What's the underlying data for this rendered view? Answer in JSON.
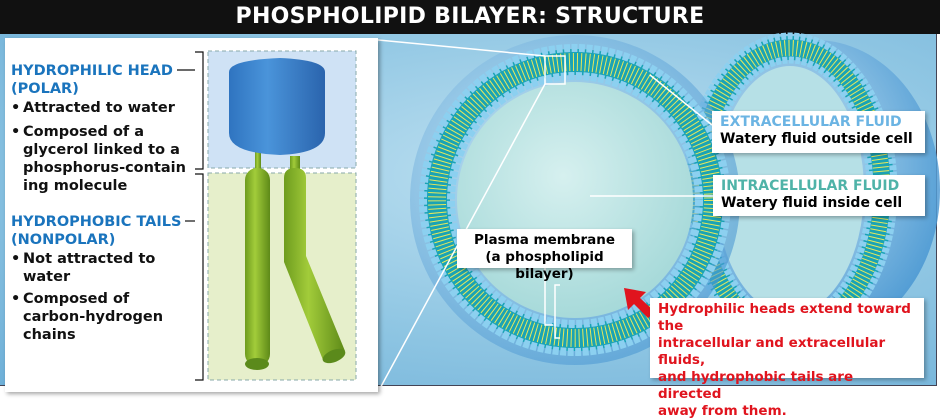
{
  "title": "PHOSPHOLIPID BILAYER: STRUCTURE",
  "left_panel": {
    "head": {
      "heading_line1": "HYDROPHILIC HEAD",
      "heading_line2": "(POLAR)",
      "bullets": [
        "Attracted to water",
        "Composed of a glycerol linked to a phosphorus-contain ing molecule"
      ],
      "bullet2_lines": [
        "Composed of a",
        "glycerol linked to a",
        "phosphorus-contain",
        "ing molecule"
      ]
    },
    "tails": {
      "heading_line1": "HYDROPHOBIC TAILS",
      "heading_line2": "(NONPOLAR)",
      "bullet1_lines": [
        "Not attracted to",
        "water"
      ],
      "bullet2_lines": [
        "Composed of",
        "carbon-hydrogen",
        "chains"
      ]
    }
  },
  "labels": {
    "extracellular": {
      "title": "EXTRACELLULAR FLUID",
      "desc": "Watery fluid outside cell"
    },
    "intracellular": {
      "title": "INTRACELLULAR FLUID",
      "desc": "Watery fluid inside cell"
    },
    "plasma_membrane": {
      "line1": "Plasma membrane",
      "line2": "(a phospholipid bilayer)"
    },
    "note_lines": [
      "Hydrophilic heads extend toward the",
      "intracellular and extracellular fluids,",
      "and hydrophobic tails are directed",
      "away from them."
    ]
  },
  "colors": {
    "head": "#3d86cf",
    "tail": "#8dbb2a",
    "title_bar": "#111111",
    "note": "#e0141e",
    "extracellular": "#6bb4e3",
    "intracellular": "#4fb3a8"
  }
}
